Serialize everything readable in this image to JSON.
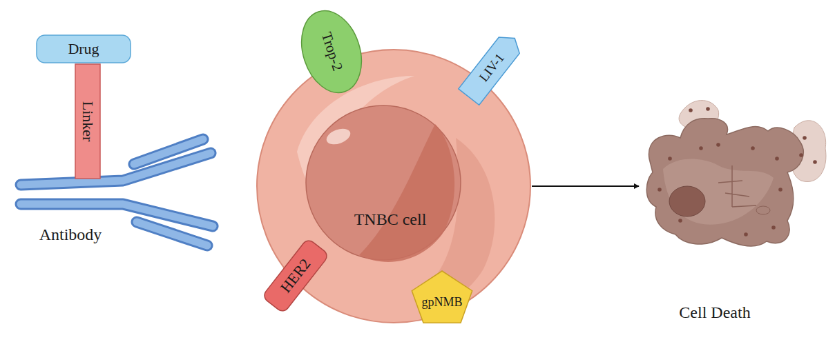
{
  "diagram": {
    "nodes": [
      {
        "text": [
          "Drug"
        ]
      },
      {
        "text": [
          "Linker"
        ]
      },
      {
        "text": [
          "Antibody"
        ]
      },
      {
        "text": [
          "TNBC cell"
        ]
      },
      {
        "text": [
          "Trop-2"
        ],
        "in": 3
      },
      {
        "text": [
          "LIV-1"
        ],
        "in": 3
      },
      {
        "text": [
          "HER2"
        ],
        "in": 3
      },
      {
        "text": [
          "gpNMB"
        ],
        "in": 3
      },
      {
        "text": [
          "Cell Death"
        ]
      }
    ],
    "edges": [
      {
        "from": 3,
        "to": 8,
        "arrow": "to"
      }
    ]
  }
}
